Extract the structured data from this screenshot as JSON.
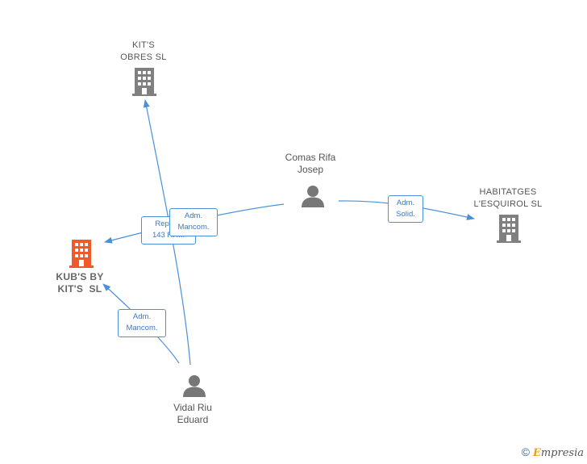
{
  "nodes": {
    "kits_obres": {
      "line1": "KIT'S",
      "line2": "OBRES SL"
    },
    "kubs_by_kits": {
      "line1": "KUB'S BY",
      "line2": "KIT'S  SL"
    },
    "habitatges": {
      "line1": "HABITATGES",
      "line2": "L'ESQUIROL SL"
    },
    "comas_rifa": {
      "line1": "Comas Rifa",
      "line2": "Josep"
    },
    "vidal_riu": {
      "line1": "Vidal Riu",
      "line2": "Eduard"
    }
  },
  "edges": {
    "repres": {
      "line1": "Repres.",
      "line2": "143 RRM"
    },
    "comas_kubs": {
      "line1": "Adm.",
      "line2": "Mancom."
    },
    "vidal_kubs": {
      "line1": "Adm.",
      "line2": "Mancom."
    },
    "comas_habitatges": {
      "line1": "Adm.",
      "line2": "Solid."
    }
  },
  "colors": {
    "company": "#808080",
    "focus_company": "#f05a28",
    "person": "#777777",
    "edge": "#4a90d9"
  },
  "footer": {
    "copyright_symbol": "©",
    "brand_initial": "E",
    "brand_rest": "mpresia"
  }
}
